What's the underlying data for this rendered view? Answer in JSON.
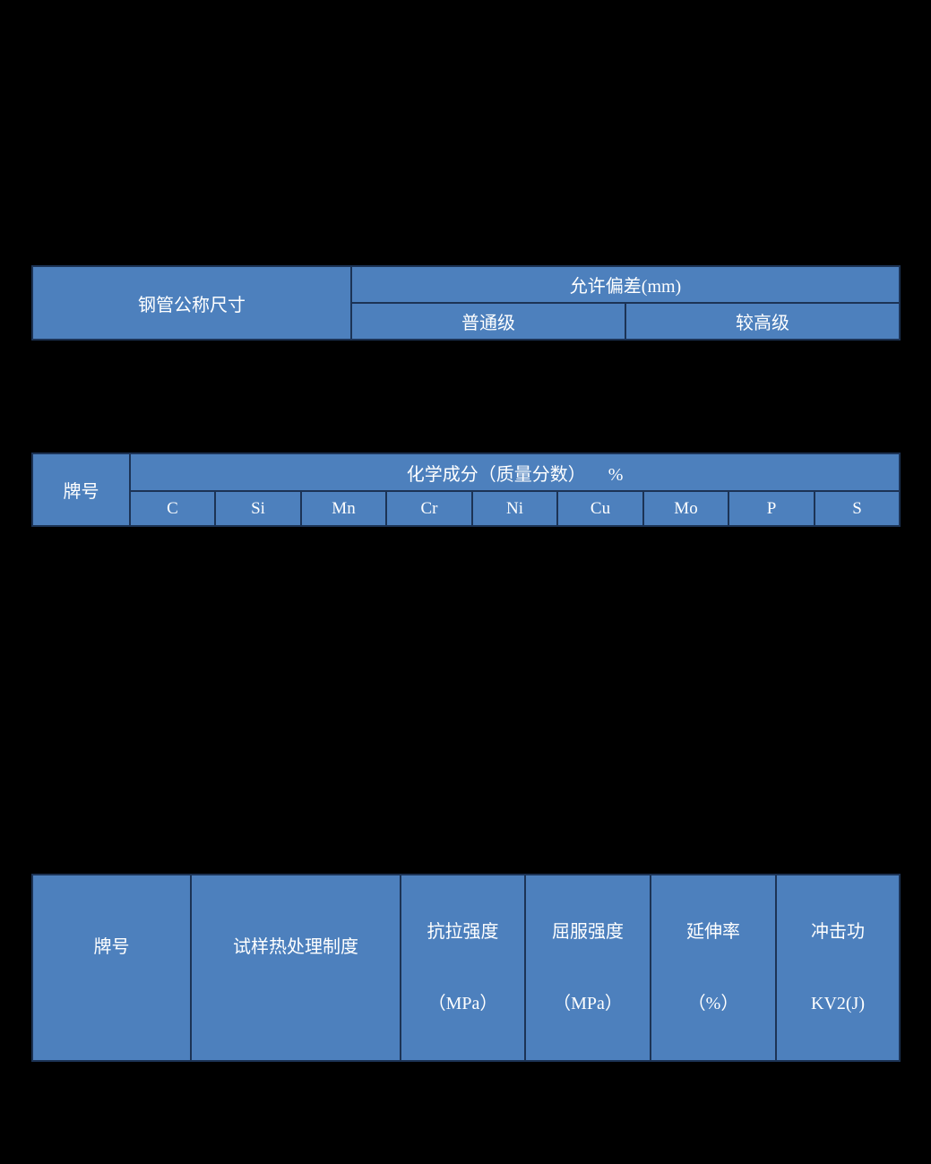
{
  "page": {
    "background": "#000000"
  },
  "colors": {
    "cell_fill": "#4d80bd",
    "cell_border": "#1c3355",
    "text": "#ffffff"
  },
  "size_deviation_table": {
    "nominal_size_label": "钢管公称尺寸",
    "deviation_header": "允许偏差(mm)",
    "grade_ordinary": "普通级",
    "grade_higher": "较高级"
  },
  "composition_table": {
    "grade_label": "牌号",
    "composition_header": "化学成分（质量分数）     %",
    "elements": [
      "C",
      "Si",
      "Mn",
      "Cr",
      "Ni",
      "Cu",
      "Mo",
      "P",
      "S"
    ]
  },
  "mechanical_table": {
    "columns": [
      {
        "line1": "牌号",
        "line2": ""
      },
      {
        "line1": "试样热处理制度",
        "line2": ""
      },
      {
        "line1": "抗拉强度",
        "line2": "（MPa）"
      },
      {
        "line1": "屈服强度",
        "line2": "（MPa）"
      },
      {
        "line1": "延伸率",
        "line2": "（%）"
      },
      {
        "line1": "冲击功",
        "line2": "KV2(J)"
      }
    ]
  }
}
